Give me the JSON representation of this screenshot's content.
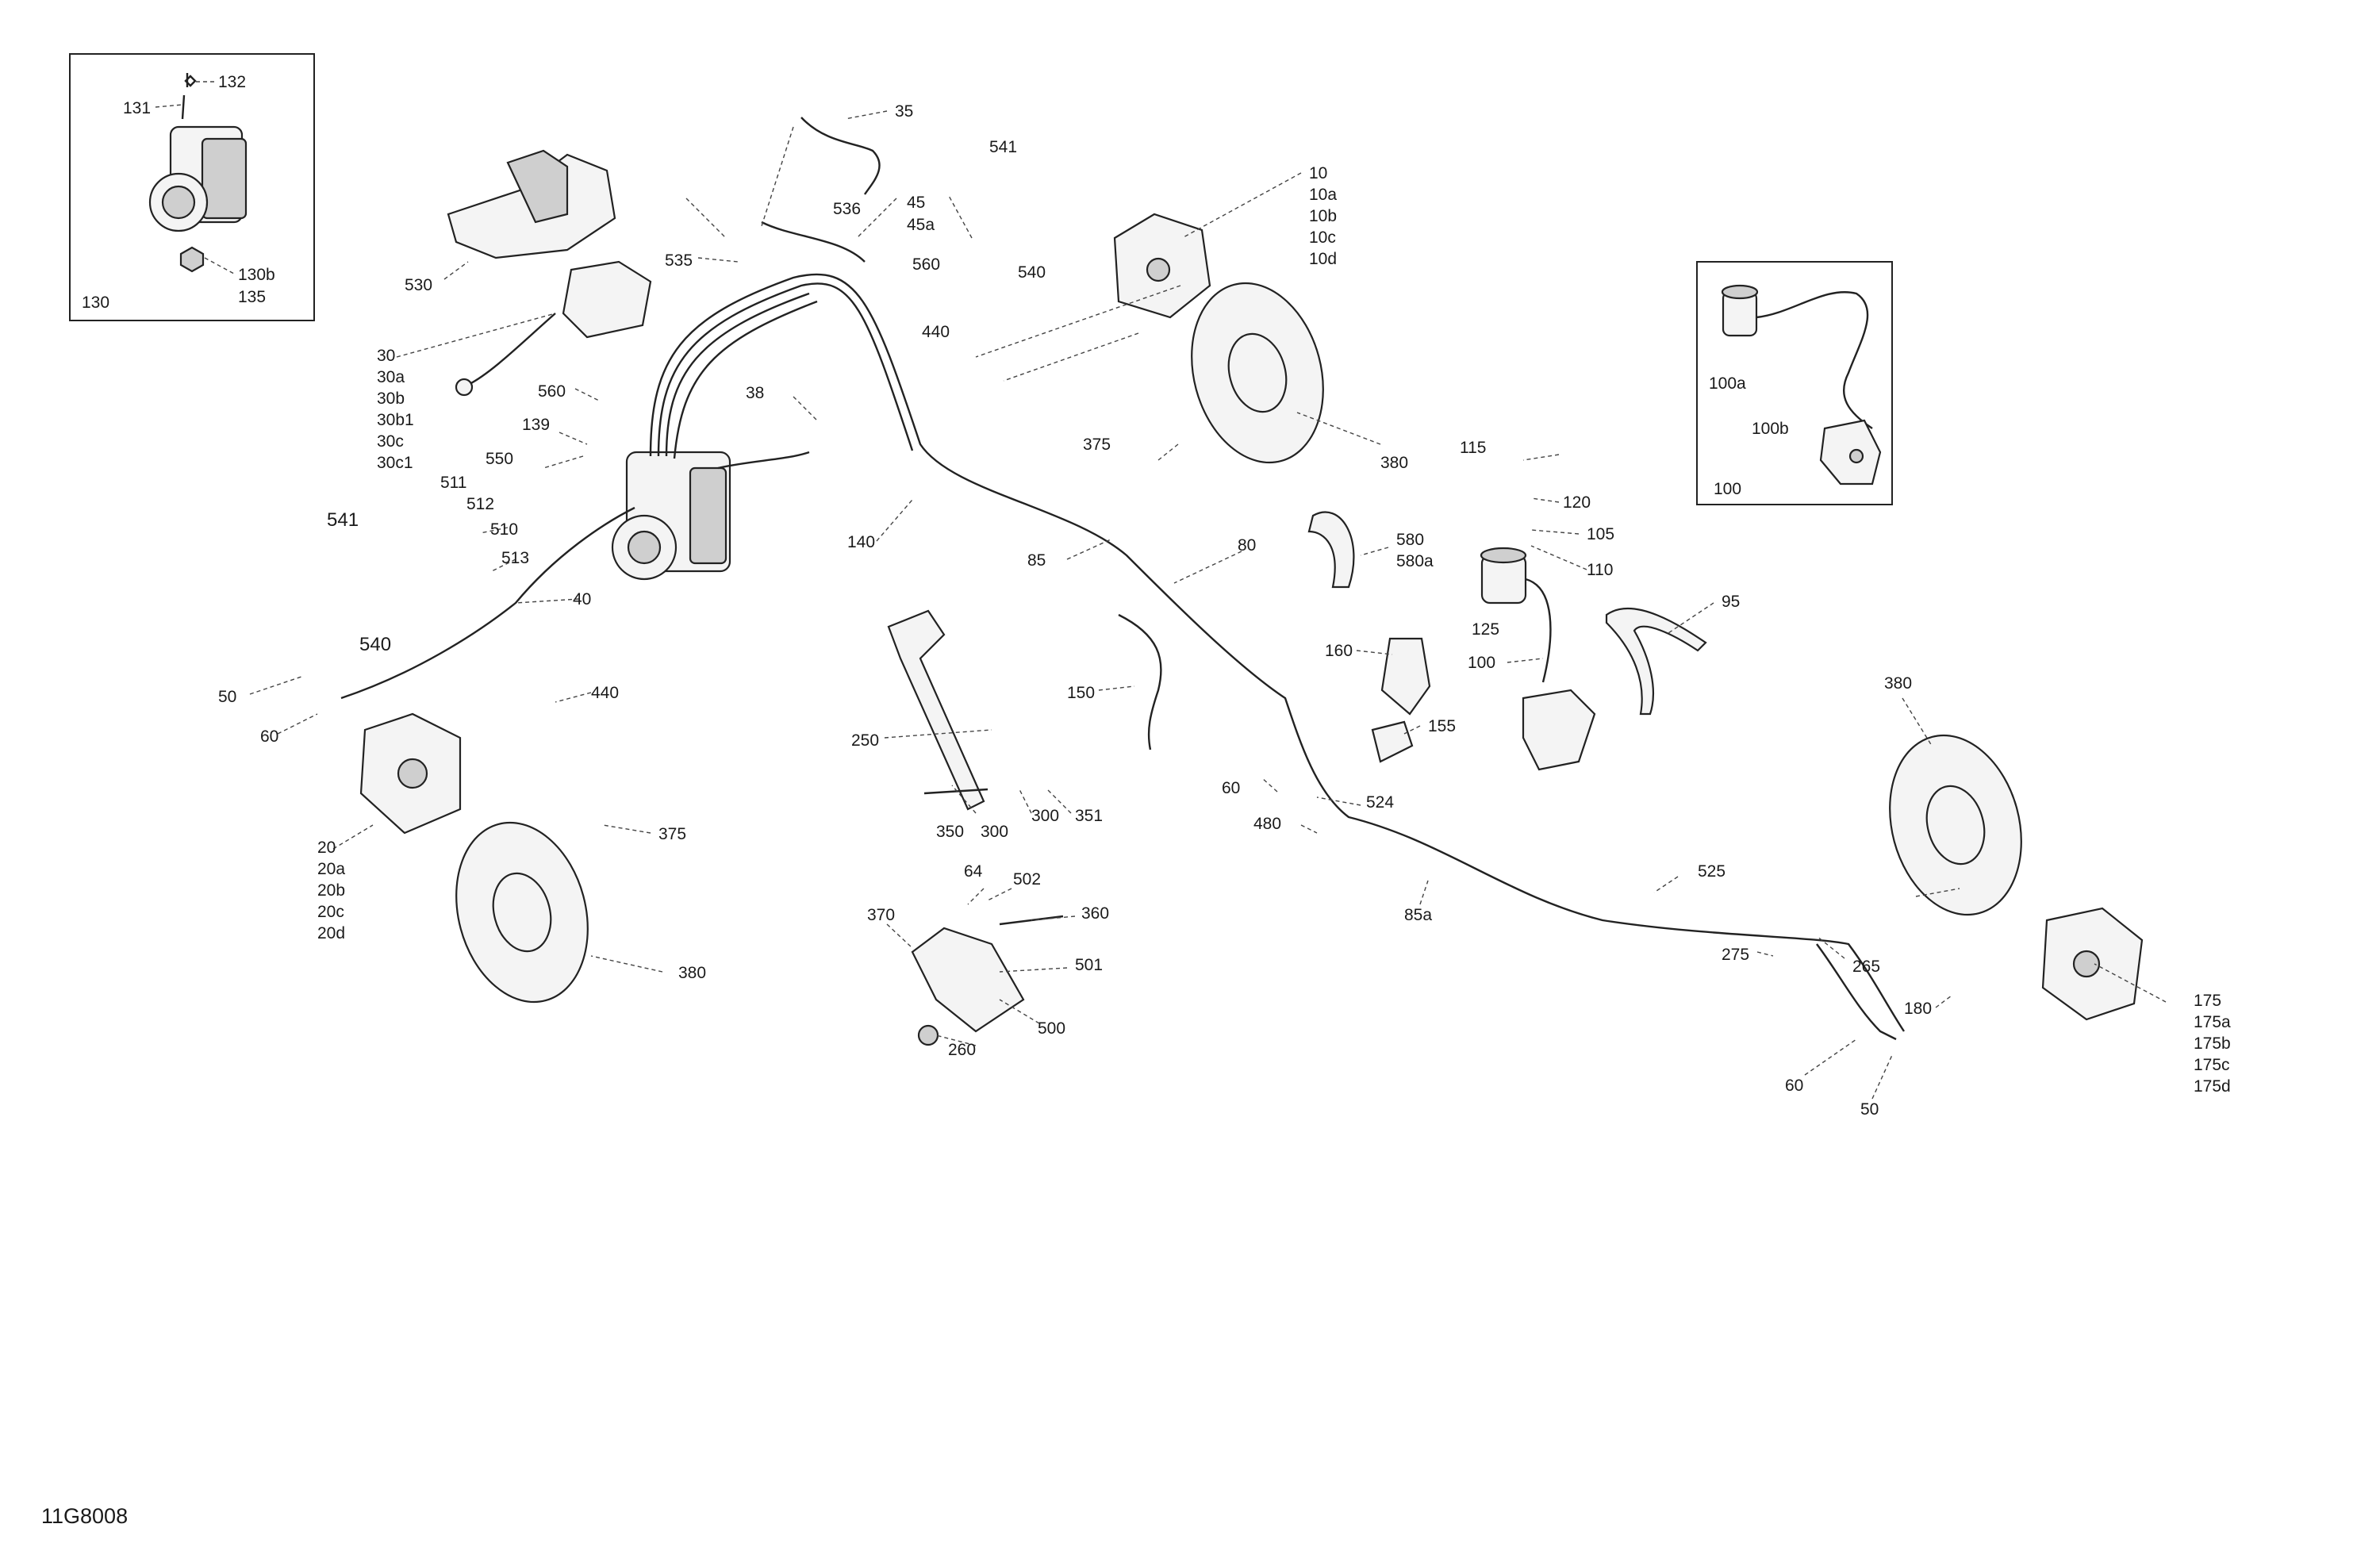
{
  "document_id": "11G8008",
  "inset_top_left": {
    "labels": [
      "132",
      "131",
      "130b",
      "135",
      "130"
    ]
  },
  "inset_top_right": {
    "labels": [
      "100a",
      "100b",
      "100"
    ]
  },
  "callouts": {
    "c35": "35",
    "c541a": "541",
    "c536": "536",
    "c45": "45",
    "c45a": "45a",
    "c10": "10",
    "c10a": "10a",
    "c10b": "10b",
    "c10c": "10c",
    "c10d": "10d",
    "c530": "530",
    "c535": "535",
    "c560a": "560",
    "c540a": "540",
    "c440a": "440",
    "c30": "30",
    "c30a": "30a",
    "c30b": "30b",
    "c30b1": "30b1",
    "c30c": "30c",
    "c30c1": "30c1",
    "c560b": "560",
    "c38": "38",
    "c139": "139",
    "c375a": "375",
    "c380a": "380",
    "c550": "550",
    "c511": "511",
    "c512": "512",
    "c510": "510",
    "c513": "513",
    "c541b": "541",
    "c140": "140",
    "c85": "85",
    "c80": "80",
    "c40": "40",
    "c540b": "540",
    "c115": "115",
    "c120": "120",
    "c105": "105",
    "c110": "110",
    "c125": "125",
    "c580": "580",
    "c580a": "580a",
    "c95": "95",
    "c100": "100",
    "c160": "160",
    "c155": "155",
    "c150": "150",
    "c250": "250",
    "c50a": "50",
    "c60a": "60",
    "c440b": "440",
    "c20": "20",
    "c20a": "20a",
    "c20b": "20b",
    "c20c": "20c",
    "c20d": "20d",
    "c375b": "375",
    "c380b": "380",
    "c350": "350",
    "c300a": "300",
    "c300b": "300",
    "c351": "351",
    "c60b": "60",
    "c480": "480",
    "c524": "524",
    "c85a": "85a",
    "c525": "525",
    "c380c": "380",
    "c370": "370",
    "c64": "64",
    "c502": "502",
    "c360": "360",
    "c501": "501",
    "c500": "500",
    "c260": "260",
    "c275": "275",
    "c265": "265",
    "c180": "180",
    "c175": "175",
    "c175a": "175a",
    "c175b": "175b",
    "c175c": "175c",
    "c175d": "175d",
    "c60c": "60",
    "c50b": "50"
  }
}
